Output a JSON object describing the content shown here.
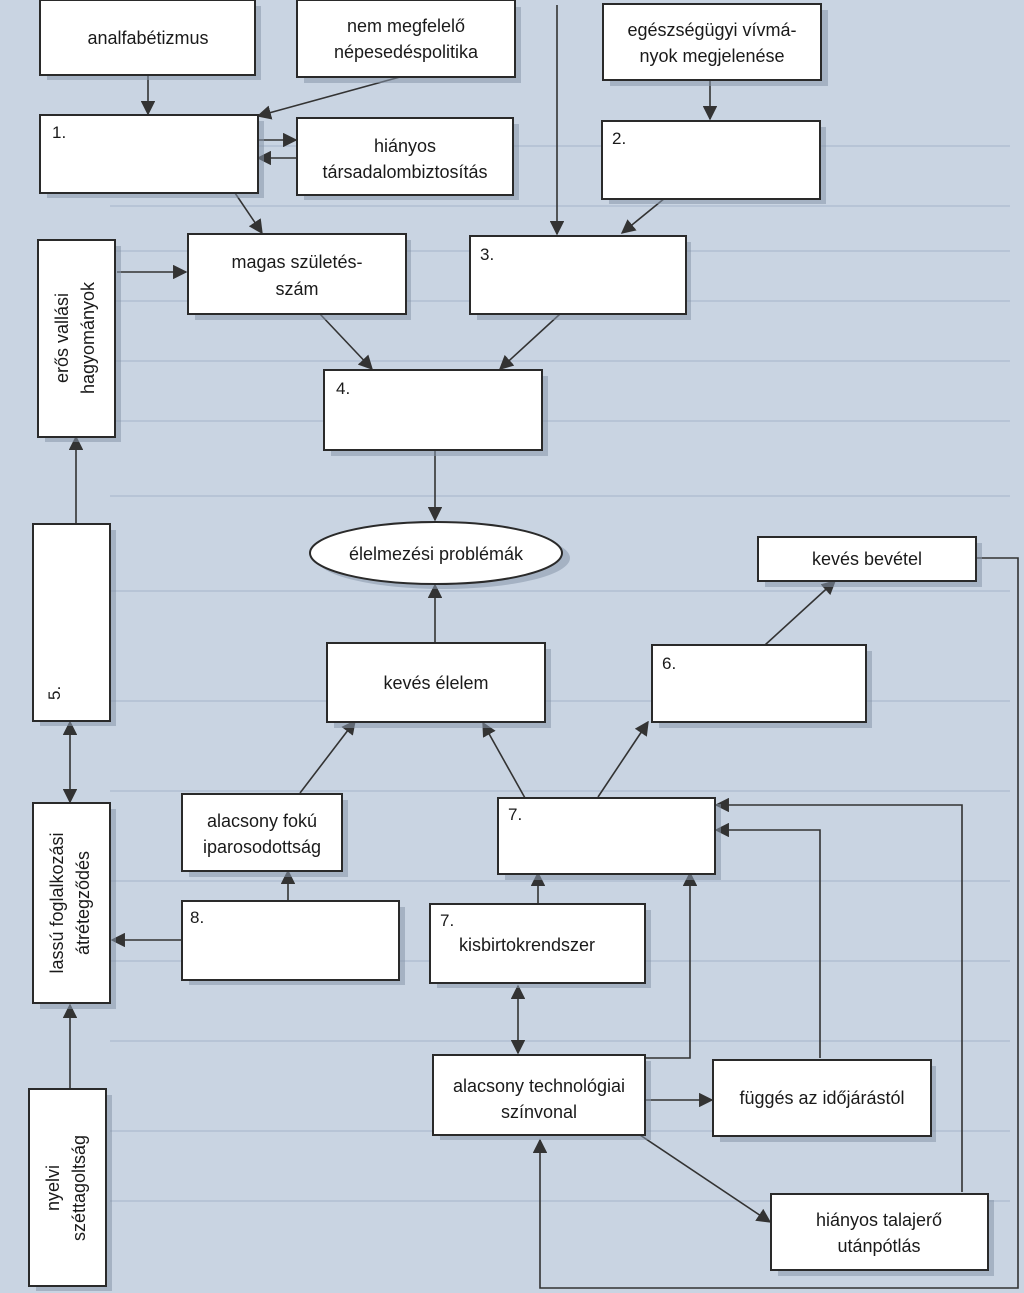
{
  "nodes": {
    "analfabetizmus": [
      "analfabétizmus"
    ],
    "nepesedes": [
      "nem megfelelő",
      "népesedéspolitika"
    ],
    "egeszsegugyi": [
      "egészségügyi vívmá-",
      "nyok megjelenése"
    ],
    "n1": [
      "1."
    ],
    "tarsadalom": [
      "hiányos",
      "társadalombiztosítás"
    ],
    "n2": [
      "2."
    ],
    "szuletes": [
      "magas születés-",
      "szám"
    ],
    "n3": [
      "3."
    ],
    "vallasi": [
      "erős vallási",
      "hagyományok"
    ],
    "n4": [
      "4."
    ],
    "elelmezesi": [
      "élelmezési problémák"
    ],
    "keves_bevetel": [
      "kevés bevétel"
    ],
    "n5": [
      "5."
    ],
    "keves_elelem": [
      "kevés élelem"
    ],
    "n6": [
      "6."
    ],
    "iparosodottsag": [
      "alacsony fokú",
      "iparosodottság"
    ],
    "n7a": [
      "7."
    ],
    "foglalkozasi": [
      "lassú foglalkozási",
      "átrétegződés"
    ],
    "n8": [
      "8."
    ],
    "kisbirtok_num": [
      "7."
    ],
    "kisbirtok": [
      "kisbirtokrendszer"
    ],
    "technologia": [
      "alacsony technológiai",
      "színvonal"
    ],
    "idojaras": [
      "függés az időjárástól"
    ],
    "nyelvi": [
      "nyelvi",
      "széttagoltság"
    ],
    "talajero": [
      "hiányos talajerő",
      "utánpótlás"
    ]
  }
}
